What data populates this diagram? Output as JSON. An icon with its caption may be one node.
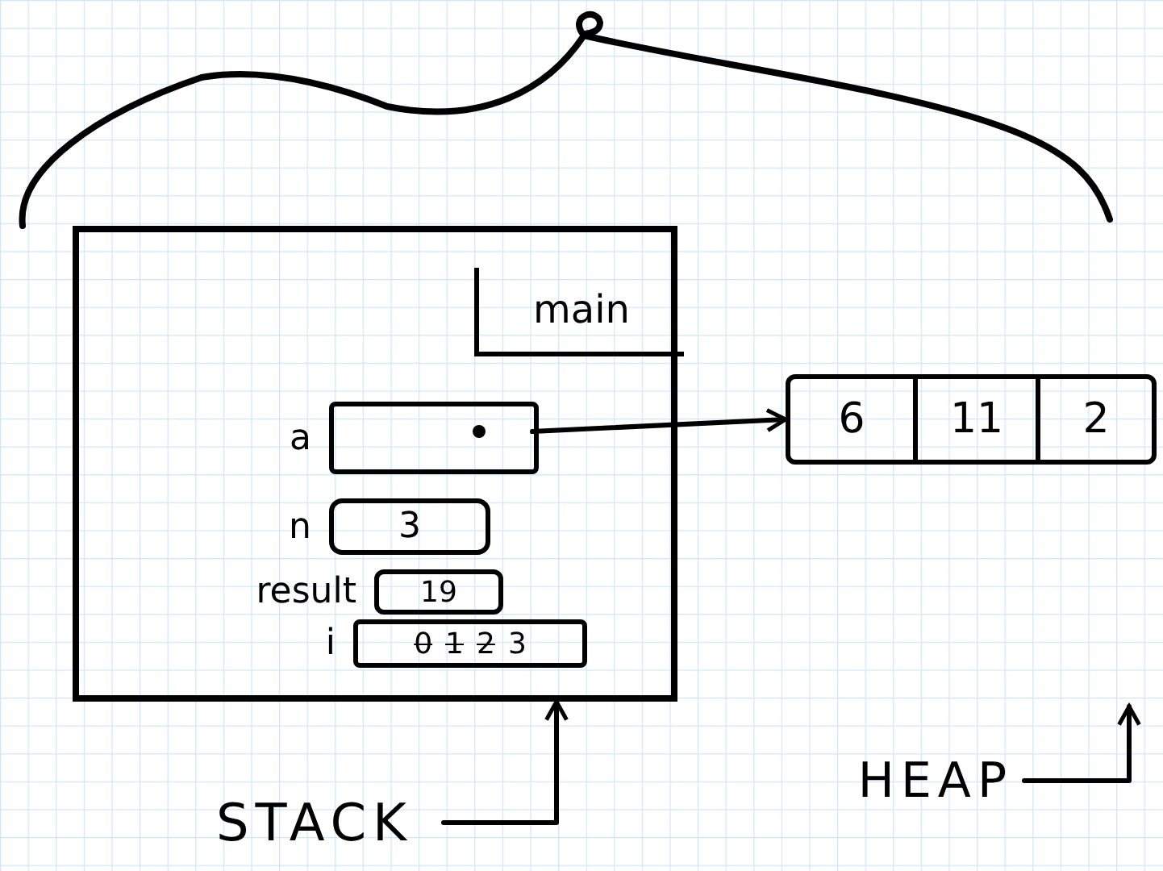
{
  "diagram": {
    "nodes": [
      {
        "text": [],
        "shape": "box"
      },
      {
        "text": [
          "main"
        ],
        "in": 0
      },
      {
        "text": [],
        "shape": "box",
        "in": 0,
        "beside": [
          "a"
        ]
      },
      {
        "text": [
          "3"
        ],
        "in": 0,
        "beside": [
          "n"
        ]
      },
      {
        "text": [
          "19"
        ],
        "in": 0,
        "beside": [
          "result"
        ]
      },
      {
        "text": [
          "0",
          "1",
          "2",
          "3"
        ],
        "in": 0,
        "beside": [
          "i"
        ]
      },
      {
        "text": [],
        "shape": "box"
      },
      {
        "text": [
          "6"
        ],
        "in": 6
      },
      {
        "text": [
          "11"
        ],
        "in": 6
      },
      {
        "text": [
          "2"
        ],
        "in": 6
      },
      {
        "text": [
          "STACK"
        ]
      },
      {
        "text": [
          "HEAP"
        ]
      }
    ],
    "edges": [
      {
        "from": 2,
        "to": 6,
        "arrow": "to"
      },
      {
        "from": 10,
        "to": 0,
        "arrow": "to"
      },
      {
        "from": 11,
        "to": null,
        "arrow": "to"
      }
    ]
  }
}
